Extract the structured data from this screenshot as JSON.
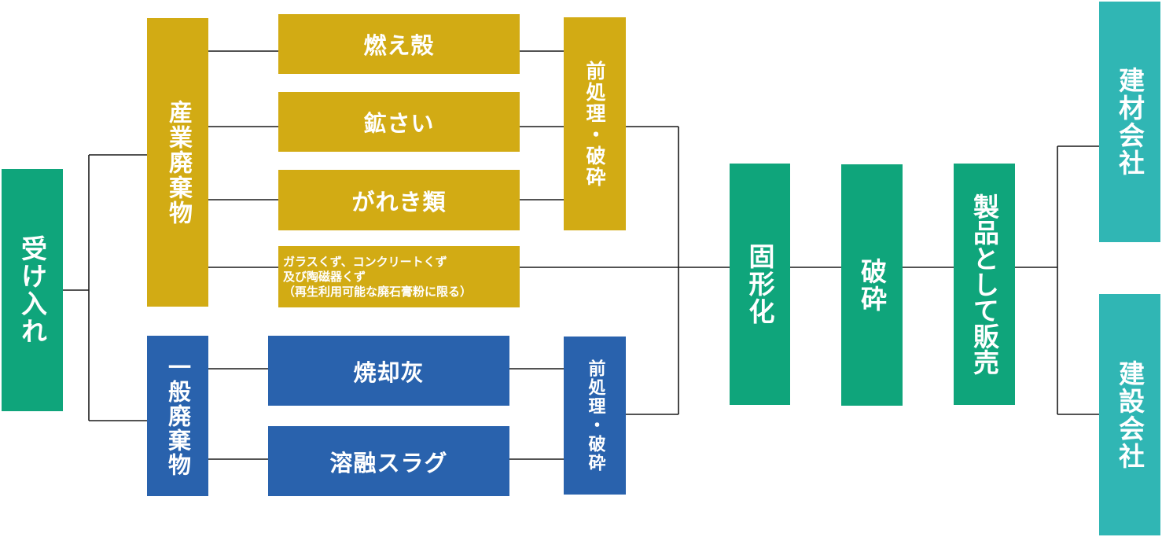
{
  "receive": "受け入れ",
  "industrial": {
    "label": "産業廃棄物",
    "items": [
      "燃え殻",
      "鉱さい",
      "がれき類"
    ],
    "note": [
      "ガラスくず、コンクリートくず",
      "及び陶磁器くず",
      "（再生利用可能な廃石膏粉に限る）"
    ],
    "pretreat": "前処理・破砕"
  },
  "general": {
    "label": "一般廃棄物",
    "items": [
      "焼却灰",
      "溶融スラグ"
    ],
    "pretreat": "前処理・破砕"
  },
  "process": [
    "固形化",
    "破砕",
    "製品として販売"
  ],
  "buyers": [
    "建材会社",
    "建設会社"
  ],
  "colors": {
    "industrial": "#d2ab14",
    "general": "#2962ad",
    "process": "#0fa57b",
    "buyers": "#30b6b4"
  }
}
